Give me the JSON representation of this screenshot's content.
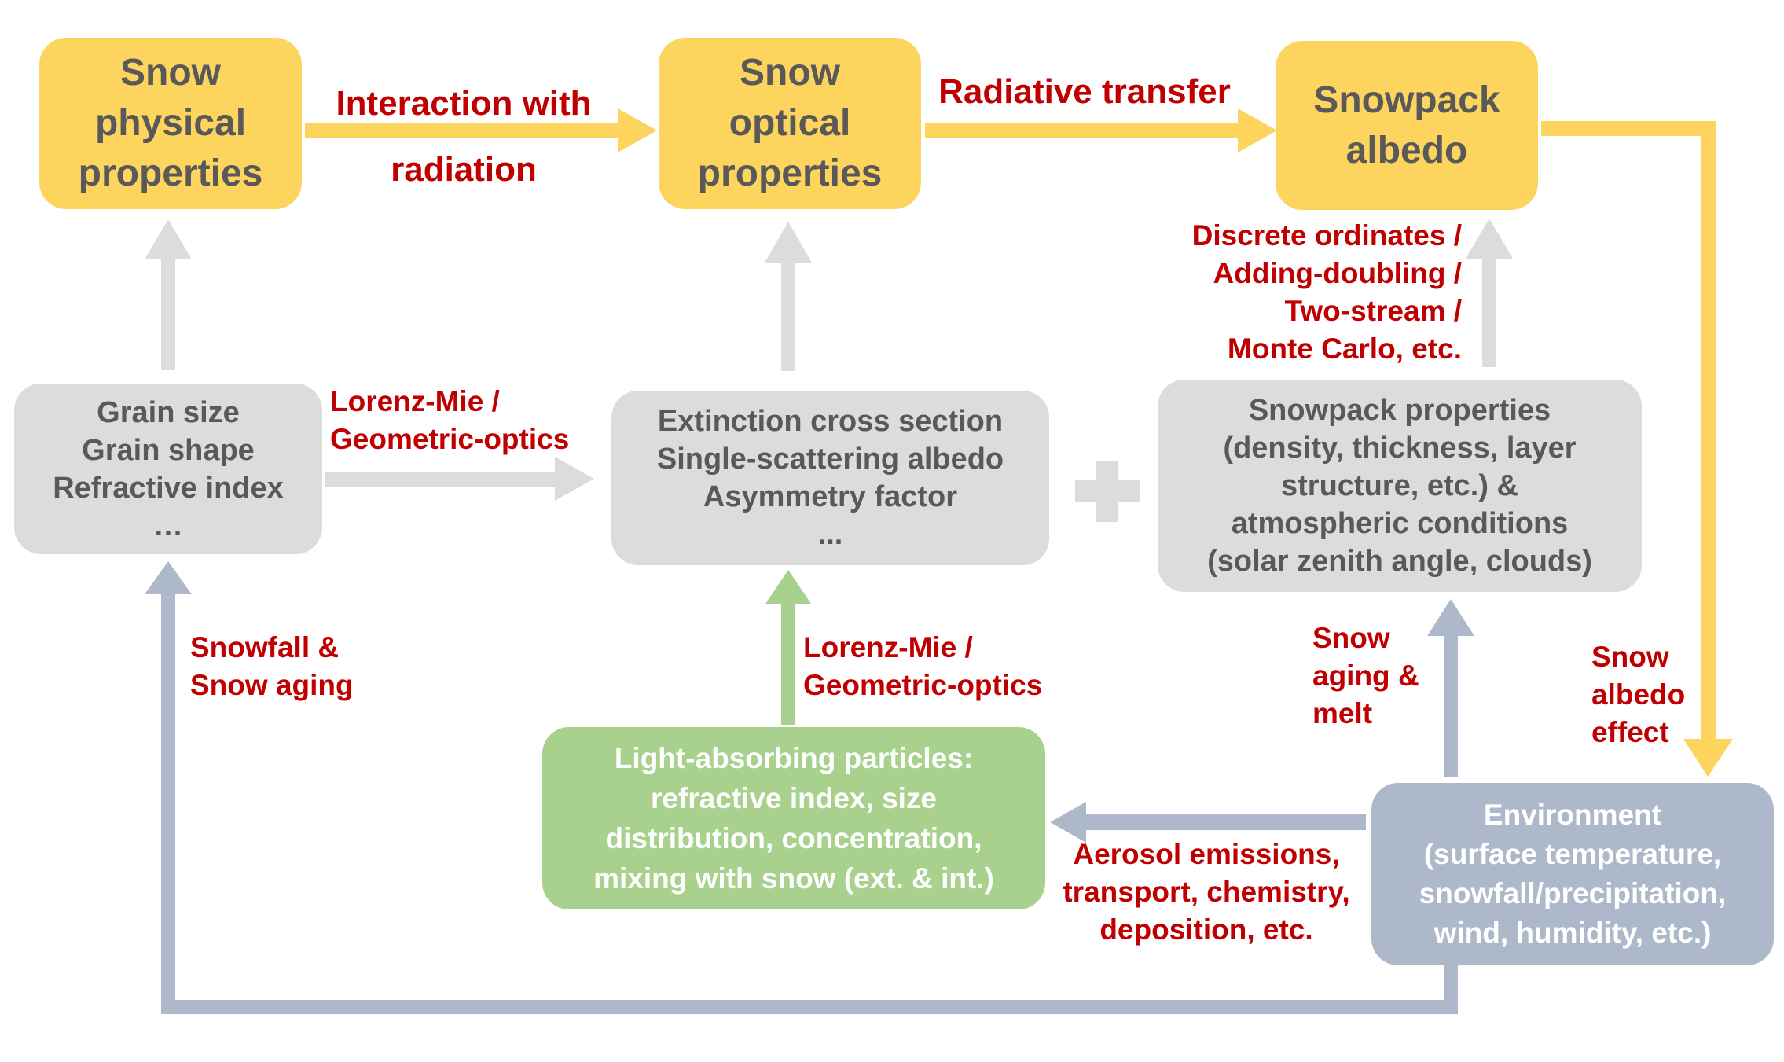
{
  "boxes": {
    "snow_physical": [
      "Snow",
      "physical",
      "properties"
    ],
    "snow_optical": [
      "Snow",
      "optical",
      "properties"
    ],
    "snowpack_albedo": [
      "Snowpack",
      "albedo"
    ],
    "grain": [
      "Grain size",
      "Grain shape",
      "Refractive index",
      "…"
    ],
    "extinction": [
      "Extinction cross section",
      "Single-scattering albedo",
      "Asymmetry factor",
      "..."
    ],
    "snowpack_props": [
      "Snowpack properties",
      "(density, thickness, layer",
      "structure, etc.) &",
      "atmospheric conditions",
      "(solar zenith angle, clouds)"
    ],
    "lap": [
      "Light-absorbing particles:",
      "refractive index, size",
      "distribution, concentration,",
      "mixing with snow (ext. & int.)"
    ],
    "environment": [
      "Environment",
      "(surface temperature,",
      "snowfall/precipitation,",
      "wind, humidity, etc.)"
    ]
  },
  "labels": {
    "interaction": [
      "Interaction with",
      "radiation"
    ],
    "radiative": [
      "Radiative transfer"
    ],
    "methods": [
      "Discrete ordinates /",
      "Adding-doubling /",
      "Two-stream /",
      "Monte Carlo, etc."
    ],
    "lorenz_top": [
      "Lorenz-Mie /",
      "Geometric-optics"
    ],
    "lorenz_bottom": [
      "Lorenz-Mie /",
      "Geometric-optics"
    ],
    "snowfall": [
      "Snowfall &",
      "Snow aging"
    ],
    "aging_melt": [
      "Snow",
      "aging &",
      "melt"
    ],
    "albedo_effect": [
      "Snow",
      "albedo",
      "effect"
    ],
    "aerosol": [
      "Aerosol emissions,",
      "transport, chemistry,",
      "deposition, etc."
    ]
  },
  "plus_sign": "+",
  "colors": {
    "yellow": "#fcd45e",
    "grey": "#dcdcdc",
    "green": "#a9d18e",
    "slate": "#adb9ca",
    "label_red": "#c00000"
  }
}
